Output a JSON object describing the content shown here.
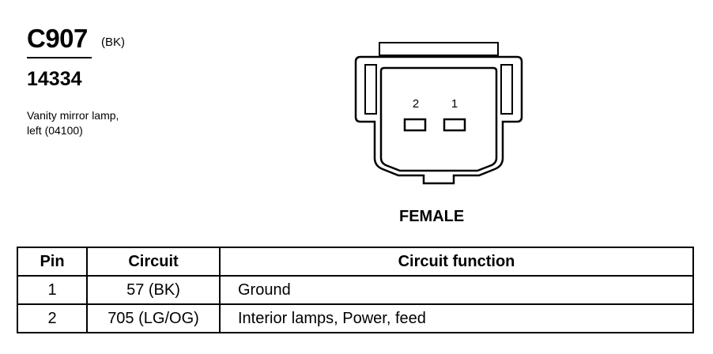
{
  "header": {
    "connector_id": "C907",
    "connector_color": "(BK)",
    "part_number": "14334",
    "description_line1": "Vanity mirror lamp,",
    "description_line2": "left (04100)"
  },
  "diagram": {
    "pin_labels": [
      "2",
      "1"
    ],
    "gender": "FEMALE"
  },
  "table": {
    "headers": [
      "Pin",
      "Circuit",
      "Circuit function"
    ],
    "rows": [
      [
        "1",
        "57 (BK)",
        "Ground"
      ],
      [
        "2",
        "705 (LG/OG)",
        "Interior lamps, Power, feed"
      ]
    ]
  }
}
